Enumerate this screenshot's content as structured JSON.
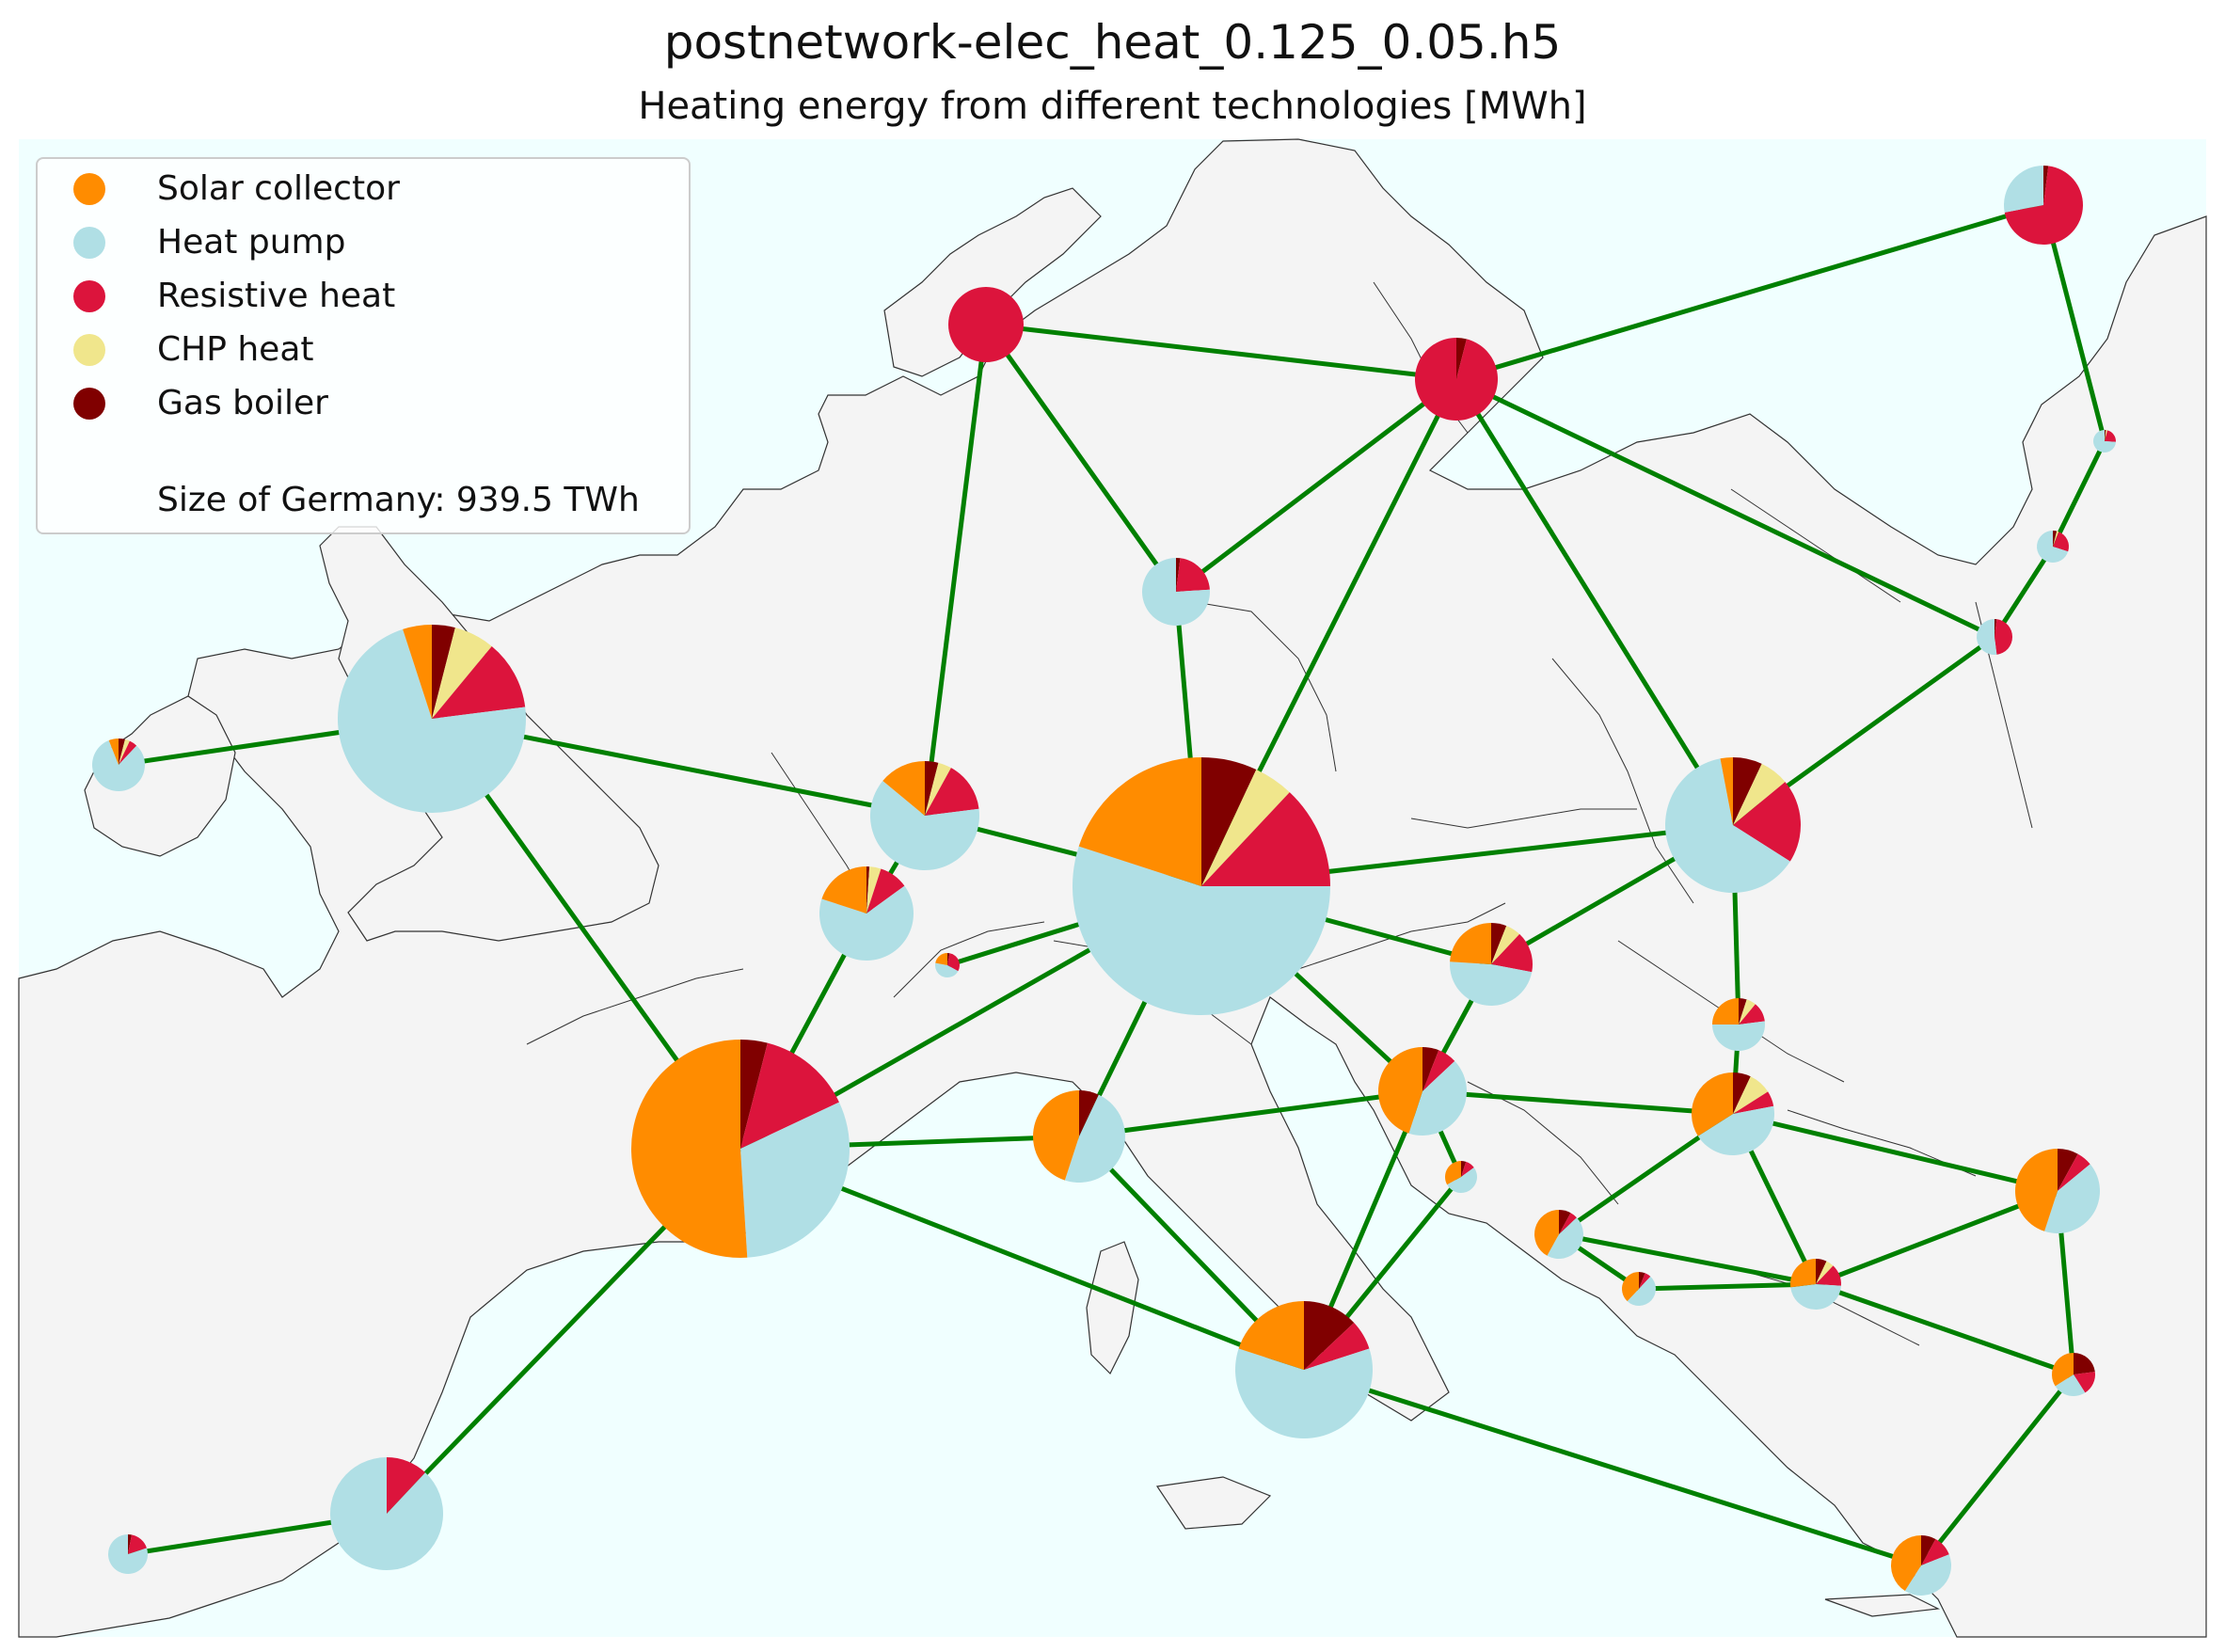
{
  "title": "postnetwork-elec_heat_0.125_0.05.h5",
  "subtitle": "Heating energy from different technologies [MWh]",
  "legend": {
    "items": [
      {
        "label": "Solar collector",
        "color": "#ff8c00"
      },
      {
        "label": "Heat pump",
        "color": "#b0dfe5"
      },
      {
        "label": "Resistive heat",
        "color": "#dc143c"
      },
      {
        "label": "CHP heat",
        "color": "#f0e68c"
      },
      {
        "label": "Gas boiler",
        "color": "#800000"
      }
    ],
    "size_note": "Size of Germany: 939.5 TWh"
  },
  "colors": {
    "sea": "#f0ffff",
    "land": "#f4f4f4",
    "border": "#333333",
    "link": "#008000"
  }
}
